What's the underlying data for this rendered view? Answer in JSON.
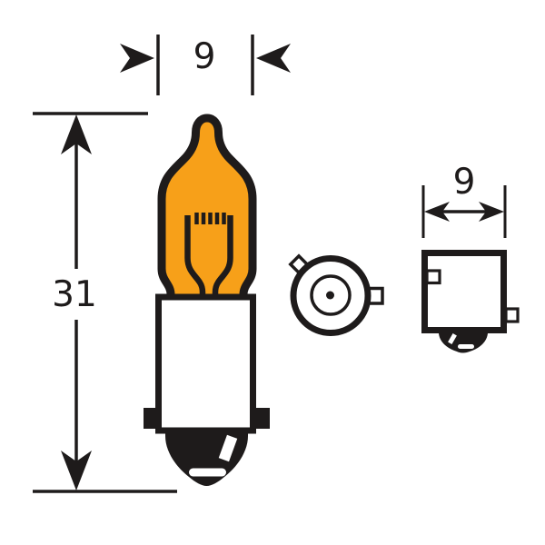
{
  "figure": {
    "kind": "bulb-technical-diagram",
    "dims": {
      "glass_width": "9",
      "overall_length": "31",
      "base_width": "9"
    },
    "colors": {
      "line": "#1e1b1b",
      "amber": "#f7a019",
      "background": "#ffffff"
    }
  }
}
